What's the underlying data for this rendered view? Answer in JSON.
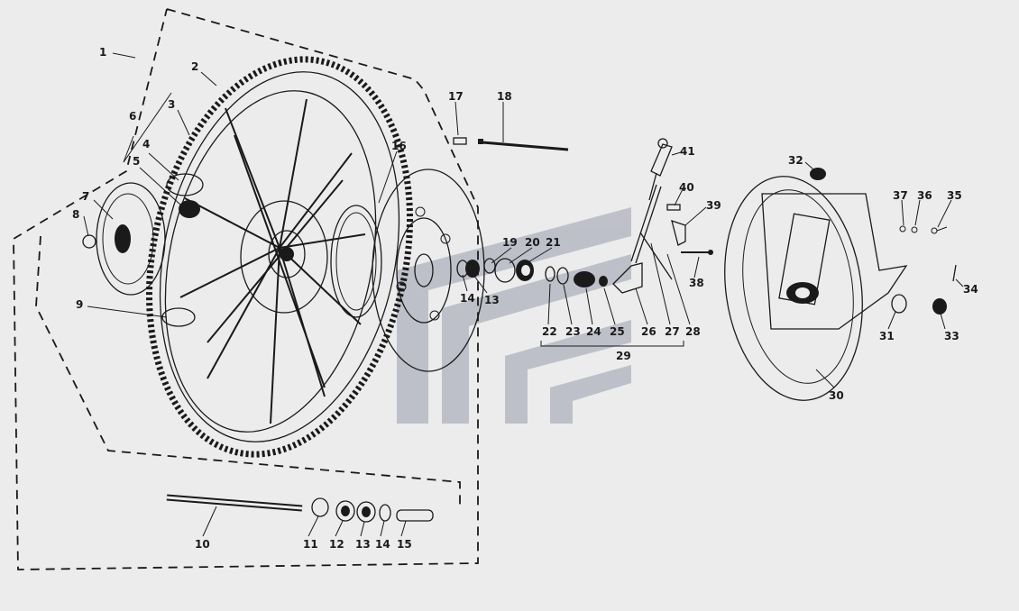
{
  "labels": [
    "1",
    "2",
    "3",
    "4",
    "5",
    "6",
    "7",
    "8",
    "9",
    "10",
    "11",
    "12",
    "13",
    "14",
    "15",
    "16",
    "17",
    "18",
    "19",
    "20",
    "21",
    "22",
    "23",
    "24",
    "25",
    "26",
    "27",
    "28",
    "29",
    "30",
    "31",
    "32",
    "33",
    "34",
    "35",
    "36",
    "37",
    "38",
    "39",
    "40",
    "41"
  ],
  "colors": {
    "background": "#ececec",
    "ink": "#1a1a1a",
    "watermark": "#b7b9c4"
  }
}
